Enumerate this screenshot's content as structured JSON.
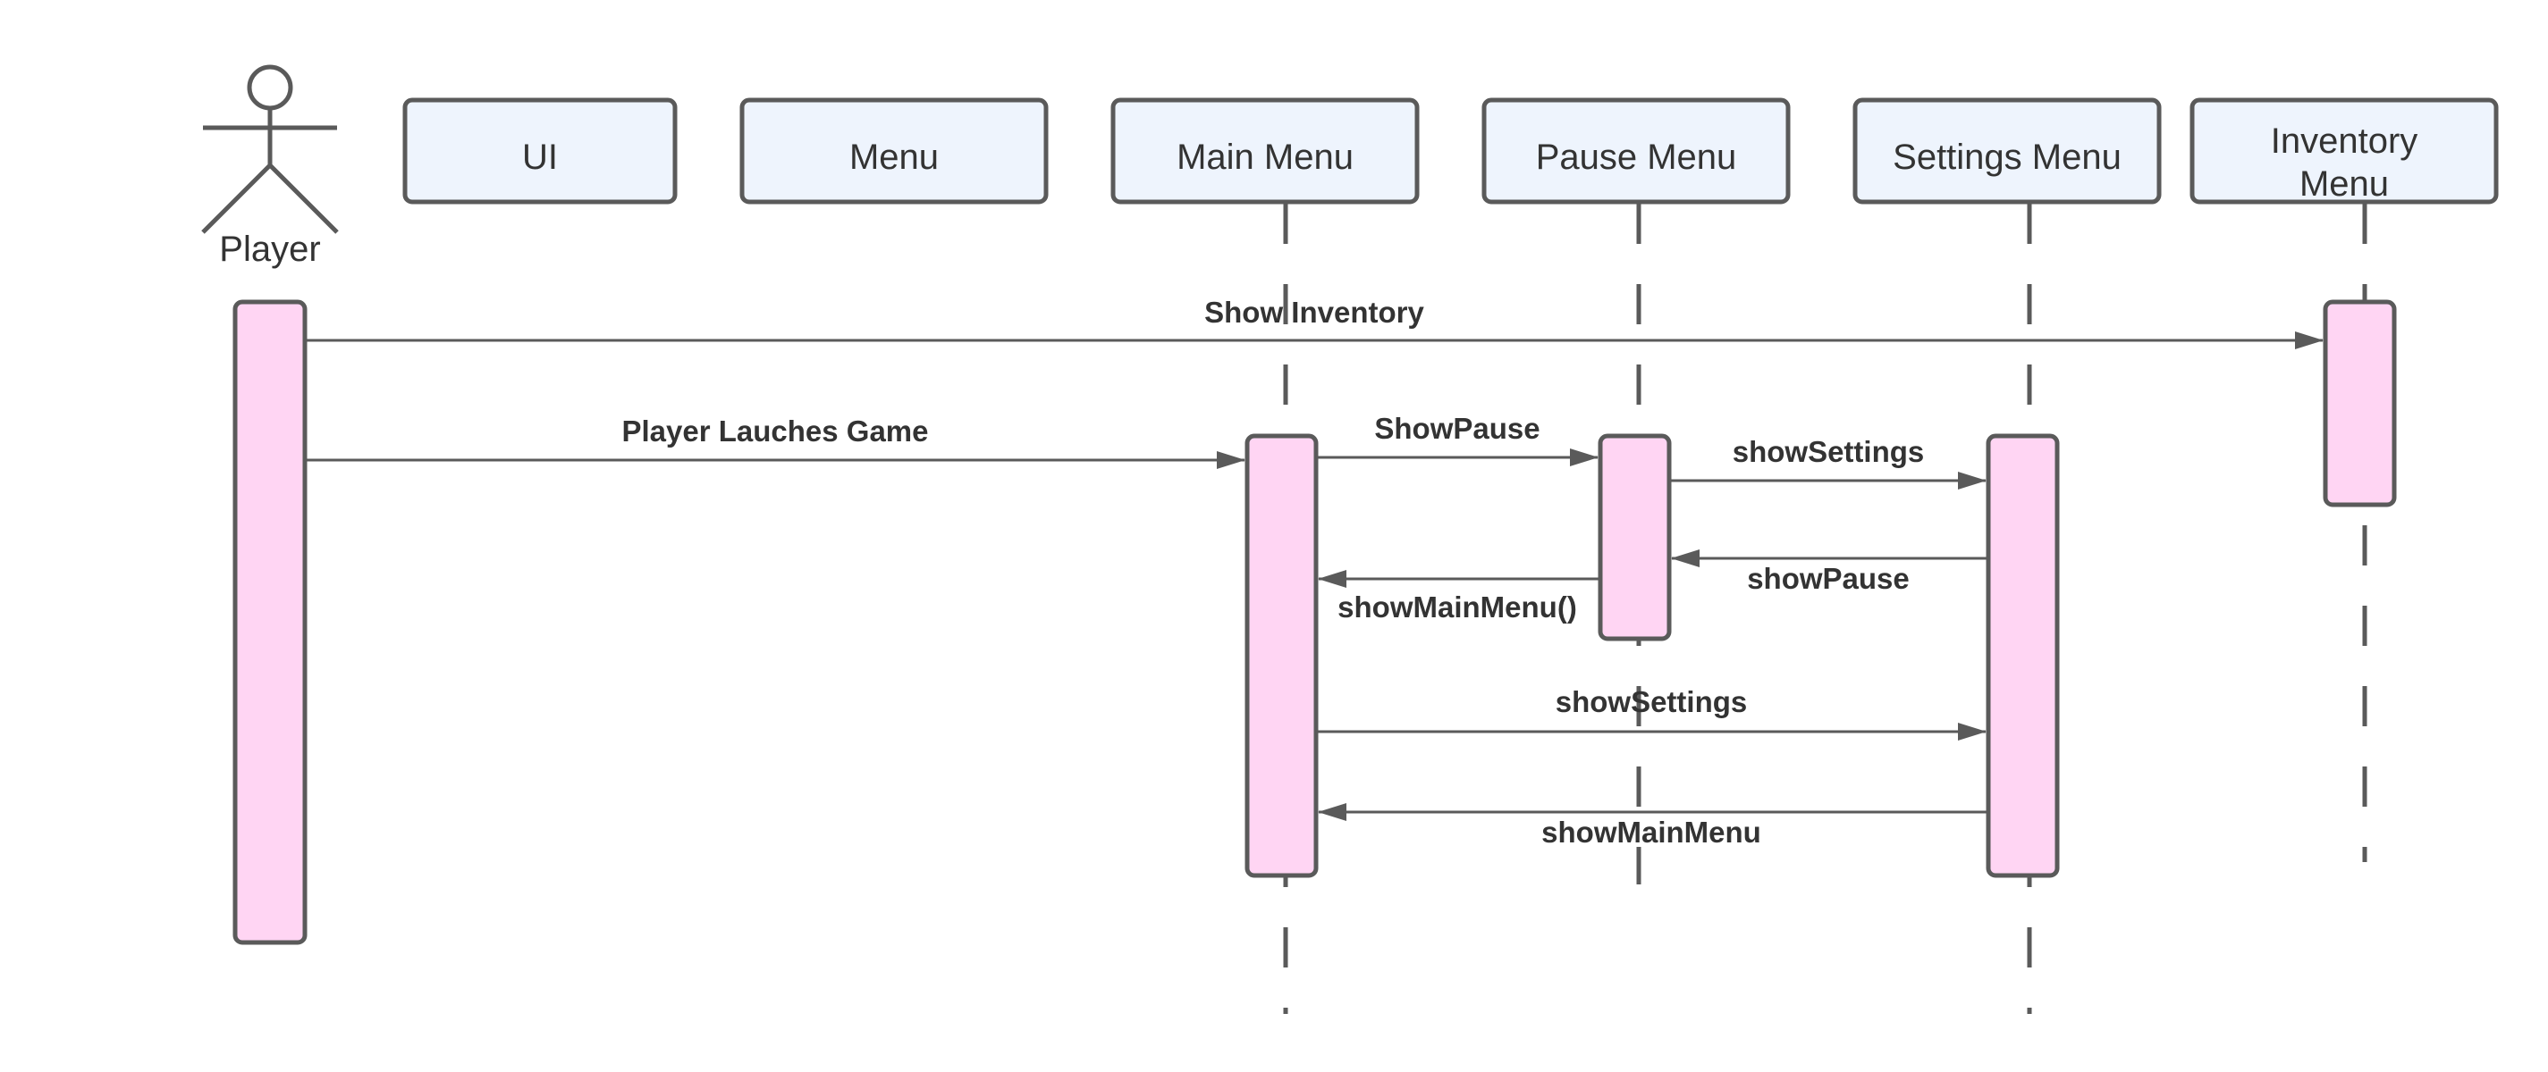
{
  "actor": {
    "label": "Player"
  },
  "participants": [
    {
      "id": "ui",
      "lines": [
        "UI"
      ]
    },
    {
      "id": "menu",
      "lines": [
        "Menu"
      ]
    },
    {
      "id": "main-menu",
      "lines": [
        "Main Menu"
      ]
    },
    {
      "id": "pause-menu",
      "lines": [
        "Pause Menu"
      ]
    },
    {
      "id": "settings-menu",
      "lines": [
        "Settings Menu"
      ]
    },
    {
      "id": "inventory-menu",
      "lines": [
        "Inventory",
        "Menu"
      ]
    }
  ],
  "messages": [
    {
      "label": "Show Inventory",
      "from": "player",
      "to": "inventory-menu",
      "direction": "right"
    },
    {
      "label": "Player Lauches Game",
      "from": "player",
      "to": "main-menu",
      "direction": "right"
    },
    {
      "label": "ShowPause",
      "from": "main-menu",
      "to": "pause-menu",
      "direction": "right"
    },
    {
      "label": "showSettings",
      "from": "pause-menu",
      "to": "settings-menu",
      "direction": "right"
    },
    {
      "label": "showPause",
      "from": "settings-menu",
      "to": "pause-menu",
      "direction": "left"
    },
    {
      "label": "showMainMenu()",
      "from": "pause-menu",
      "to": "main-menu",
      "direction": "left"
    },
    {
      "label": "showSettings",
      "from": "main-menu",
      "to": "settings-menu",
      "direction": "right"
    },
    {
      "label": "showMainMenu",
      "from": "settings-menu",
      "to": "main-menu",
      "direction": "left"
    }
  ],
  "colors": {
    "box_fill": "#eef4fd",
    "activation_fill": "#ffd5f3",
    "stroke": "#5a5a5a",
    "text": "#333333"
  }
}
